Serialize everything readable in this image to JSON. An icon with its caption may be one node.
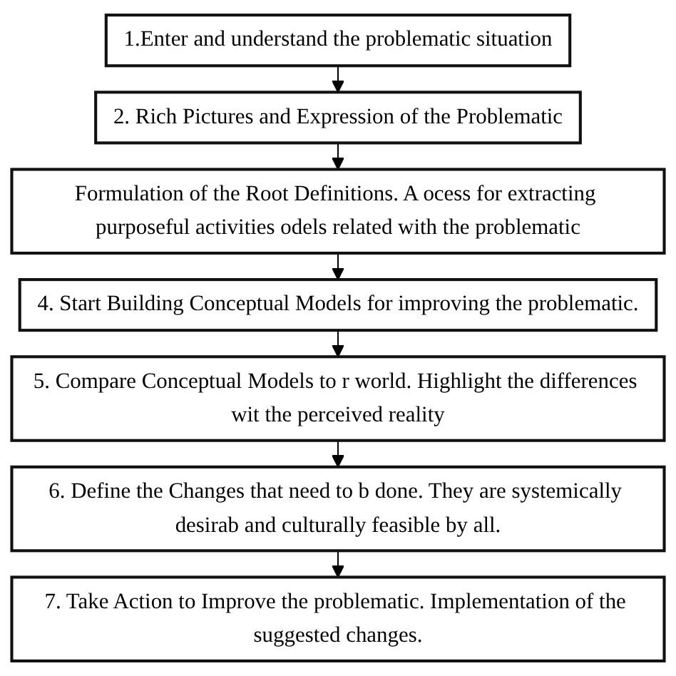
{
  "diagram": {
    "nodes": [
      {
        "text": [
          "1.Enter and understand the problematic situation"
        ]
      },
      {
        "text": [
          "2. Rich Pictures and Expression of the Problematic"
        ]
      },
      {
        "text": [
          "Formulation of the Root Definitions. A ocess for extracting purposeful activities odels related with the problematic"
        ]
      },
      {
        "text": [
          "4. Start Building Conceptual Models for improving the problematic."
        ]
      },
      {
        "text": [
          "5. Compare Conceptual Models to r world. Highlight the differences wit the perceived reality"
        ]
      },
      {
        "text": [
          "6. Define the Changes that need to b done. They are systemically desirab and culturally feasible by all."
        ]
      },
      {
        "text": [
          "7. Take Action to Improve the problematic. Implementation of the suggested changes."
        ]
      }
    ],
    "edges": [
      {
        "from": 0,
        "to": 1,
        "arrow": "to"
      },
      {
        "from": 1,
        "to": 2,
        "arrow": "to"
      },
      {
        "from": 2,
        "to": 3,
        "arrow": "to"
      },
      {
        "from": 3,
        "to": 4,
        "arrow": "to"
      },
      {
        "from": 4,
        "to": 5,
        "arrow": "to"
      },
      {
        "from": 5,
        "to": 6,
        "arrow": "to"
      }
    ]
  }
}
